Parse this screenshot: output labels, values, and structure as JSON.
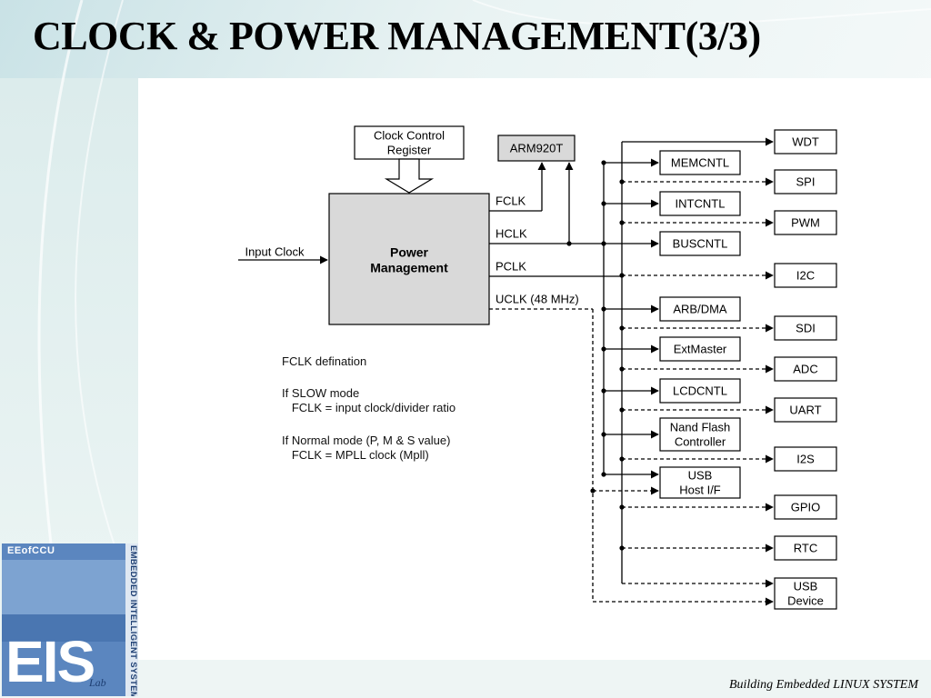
{
  "slide": {
    "title": "CLOCK & POWER MANAGEMENT(3/3)",
    "footer": "Building Embedded LINUX SYSTEM"
  },
  "logo": {
    "top_text": "EEofCCU",
    "big_text": "EIS",
    "small_text": "Lab",
    "vertical_text": "EMBEDDED INTELLIGENT SYSTEMS"
  },
  "diagram": {
    "clock_control_register": "Clock Control\nRegister",
    "arm_core": "ARM920T",
    "power_management": "Power\nManagement",
    "input_clock": "Input Clock",
    "clocks": [
      "FCLK",
      "HCLK",
      "PCLK",
      "UCLK (48 MHz)"
    ],
    "ahb_blocks": [
      "MEMCNTL",
      "INTCNTL",
      "BUSCNTL",
      "ARB/DMA",
      "ExtMaster",
      "LCDCNTL",
      "Nand Flash\nController",
      "USB\nHost I/F"
    ],
    "apb_blocks": [
      "WDT",
      "SPI",
      "PWM",
      "I2C",
      "SDI",
      "ADC",
      "UART",
      "I2S",
      "GPIO",
      "RTC",
      "USB\nDevice"
    ]
  },
  "notes": [
    "FCLK defination",
    "If SLOW mode\n   FCLK = input clock/divider ratio",
    "If Normal mode (P, M & S value)\n   FCLK = MPLL clock (Mpll)"
  ]
}
